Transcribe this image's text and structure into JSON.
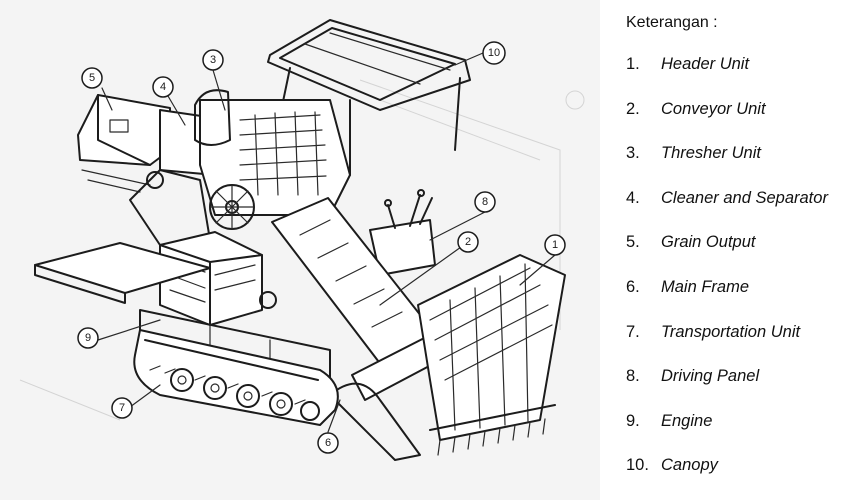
{
  "legend": {
    "title": "Keterangan :",
    "items": [
      {
        "number": "1.",
        "label": "Header Unit"
      },
      {
        "number": "2.",
        "label": "Conveyor Unit"
      },
      {
        "number": "3.",
        "label": "Thresher Unit"
      },
      {
        "number": "4.",
        "label": "Cleaner and Separator"
      },
      {
        "number": "5.",
        "label": "Grain Output"
      },
      {
        "number": "6.",
        "label": "Main Frame"
      },
      {
        "number": "7.",
        "label": "Transportation Unit"
      },
      {
        "number": "8.",
        "label": "Driving Panel"
      },
      {
        "number": "9.",
        "label": "Engine"
      },
      {
        "number": "10.",
        "label": "Canopy"
      }
    ]
  },
  "callouts": {
    "c1": "1",
    "c2": "2",
    "c3": "3",
    "c4": "4",
    "c5": "5",
    "c6": "6",
    "c7": "7",
    "c8": "8",
    "c9": "9",
    "c10": "10"
  },
  "colors": {
    "ink": "#1c1c1c",
    "paper": "#f4f4f4",
    "background": "#ffffff"
  }
}
